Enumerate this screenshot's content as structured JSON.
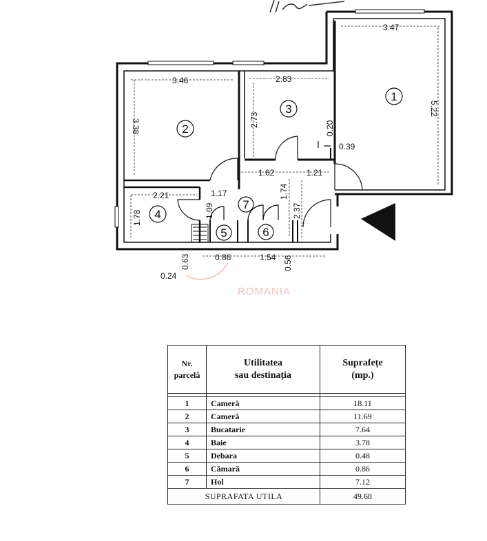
{
  "plan": {
    "watermark": "ROMANIA",
    "rooms": [
      {
        "nr": "1"
      },
      {
        "nr": "2"
      },
      {
        "nr": "3"
      },
      {
        "nr": "4"
      },
      {
        "nr": "5"
      },
      {
        "nr": "6"
      },
      {
        "nr": "7"
      }
    ],
    "dimensions": {
      "r1_width": "3.47",
      "r1_height": "5.22",
      "r2_width": "3.46",
      "r2_height": "3.38",
      "r3_width": "2.83",
      "r3_height": "2.73",
      "r3_small_a": "0.20",
      "r3_small_b": "0.39",
      "hall_top_a": "1.62",
      "hall_top_b": "1.21",
      "hall_a": "1.17",
      "hall_b": "1.09",
      "hall_c": "1.74",
      "hall_d": "2.37",
      "r4_width": "2.21",
      "r4_height": "1.78",
      "bottom_a": "0.63",
      "bottom_b": "0.86",
      "bottom_c": "1.54",
      "bottom_d": "0.56",
      "bottom_e": "0.24"
    }
  },
  "table": {
    "headers": {
      "nr_line1": "Nr.",
      "nr_line2": "parcelă",
      "use_line1": "Utilitatea",
      "use_line2": "sau destinația",
      "area_line1": "Suprafețe",
      "area_line2": "(mp.)"
    },
    "rows": [
      {
        "nr": "1",
        "use": "Cameră",
        "area": "18.11"
      },
      {
        "nr": "2",
        "use": "Cameră",
        "area": "11.69"
      },
      {
        "nr": "3",
        "use": "Bucatarie",
        "area": "7.64"
      },
      {
        "nr": "4",
        "use": "Baie",
        "area": "3.78"
      },
      {
        "nr": "5",
        "use": "Debara",
        "area": "0.48"
      },
      {
        "nr": "6",
        "use": "Cămară",
        "area": "0.86"
      },
      {
        "nr": "7",
        "use": "Hol",
        "area": "7.12"
      }
    ],
    "total_label": "SUPRAFATA UTILA",
    "total_value": "49.68"
  }
}
